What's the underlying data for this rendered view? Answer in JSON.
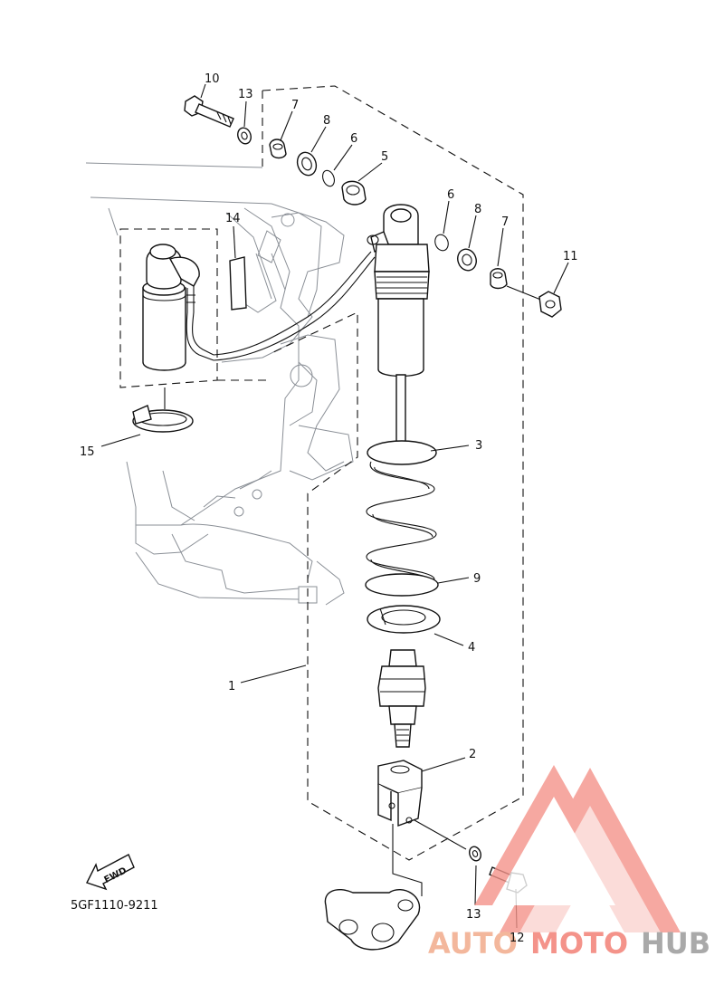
{
  "diagram": {
    "code": "5GF1110-9211",
    "fwd_label": "FWD",
    "callouts": {
      "c1": "1",
      "c2": "2",
      "c3": "3",
      "c4": "4",
      "c5": "5",
      "c6a": "6",
      "c6b": "6",
      "c7a": "7",
      "c7b": "7",
      "c8a": "8",
      "c8b": "8",
      "c9": "9",
      "c10": "10",
      "c11": "11",
      "c12": "12",
      "c13a": "13",
      "c13b": "13",
      "c14": "14",
      "c15": "15"
    }
  },
  "watermark": {
    "word_a": "AUTO",
    "word_b": "MOTO",
    "word_c": "HUB",
    "color_light": "#f3b79c",
    "color_red": "#f4938a",
    "color_gray": "#a9a9a9"
  }
}
